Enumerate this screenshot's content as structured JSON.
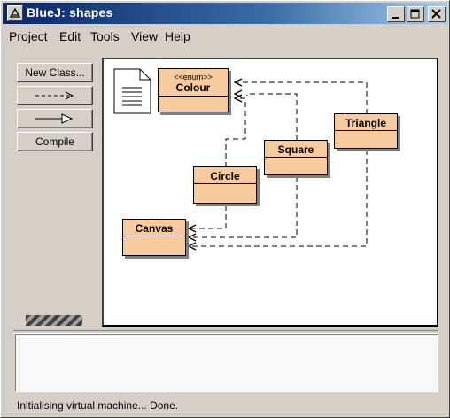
{
  "window": {
    "title": "BlueJ:  shapes"
  },
  "menu": [
    "Project",
    "Edit",
    "Tools",
    "View",
    "Help"
  ],
  "toolbar": {
    "new_class": "New Class...",
    "compile": "Compile"
  },
  "classes": {
    "colour": {
      "stereotype": "<<enum>>",
      "name": "Colour"
    },
    "triangle": {
      "name": "Triangle"
    },
    "square": {
      "name": "Square"
    },
    "circle": {
      "name": "Circle"
    },
    "canvas": {
      "name": "Canvas"
    }
  },
  "status": "Initialising virtual machine... Done.",
  "colors": {
    "class_fill": "#f7cb9e",
    "title_start": "#0a246a",
    "title_end": "#a6caf0",
    "face": "#d4d0c8"
  }
}
